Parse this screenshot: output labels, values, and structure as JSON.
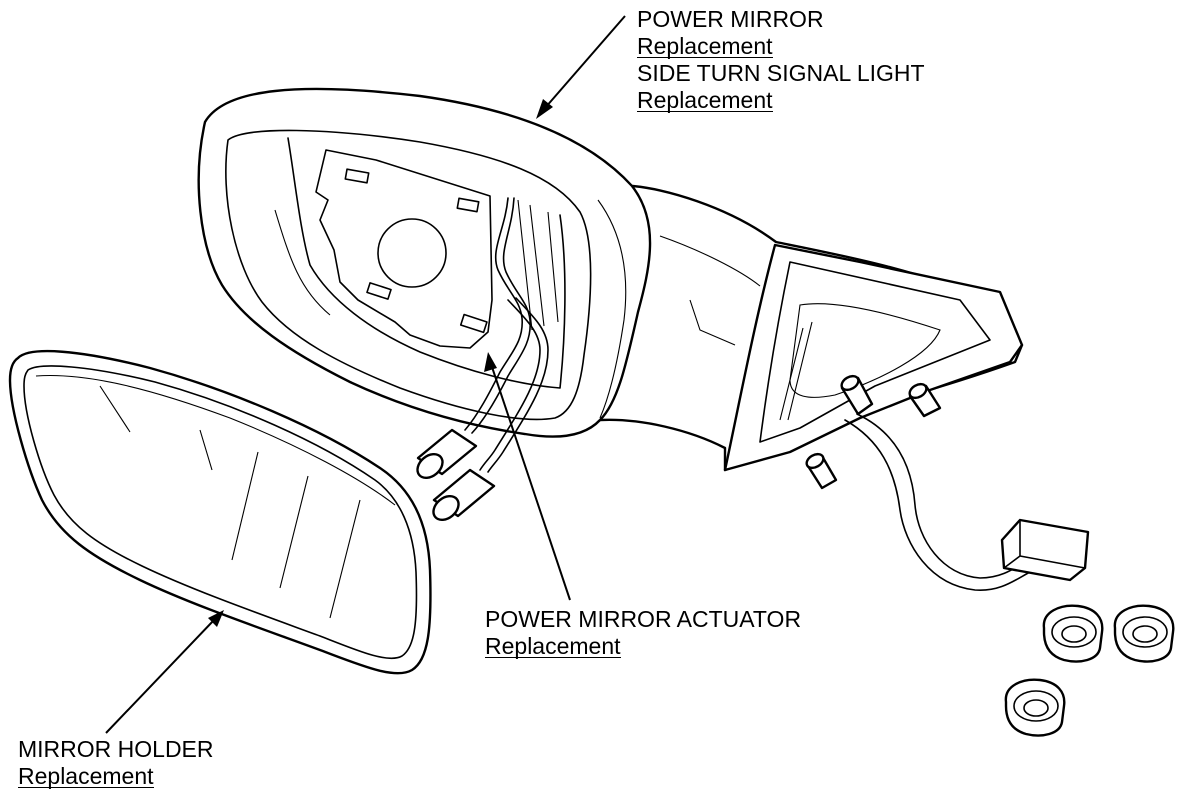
{
  "callouts": {
    "power_mirror": {
      "title": "POWER MIRROR",
      "link1": "Replacement",
      "subtitle": "SIDE TURN SIGNAL LIGHT",
      "link2": "Replacement"
    },
    "actuator": {
      "title": "POWER MIRROR ACTUATOR",
      "link": "Replacement"
    },
    "mirror_holder": {
      "title": "MIRROR HOLDER",
      "link": "Replacement"
    }
  }
}
